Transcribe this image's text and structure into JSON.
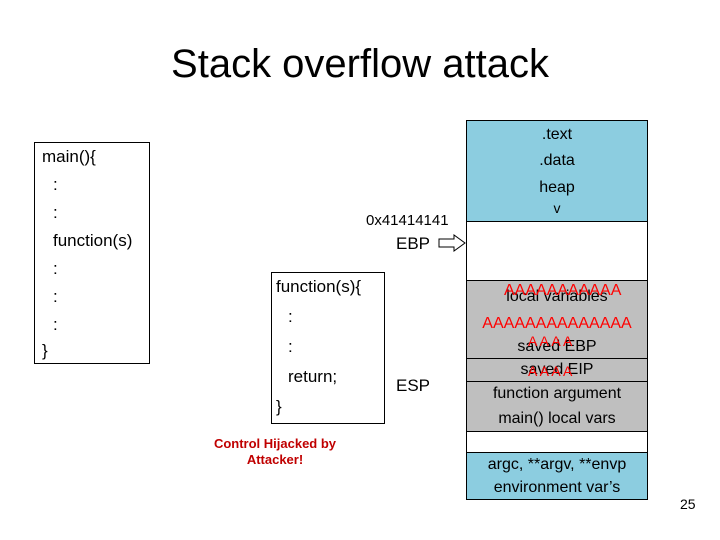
{
  "title": "Stack overflow attack",
  "main_code": {
    "lines": [
      "main(){",
      ":",
      ":",
      "function(s)",
      ":",
      ":",
      ":",
      "}"
    ]
  },
  "function_code": {
    "lines": [
      "function(s){",
      ":",
      ":",
      "return;",
      "}"
    ]
  },
  "labels": {
    "address": "0x41414141",
    "ebp": "EBP",
    "esp": "ESP",
    "hijack_line1": "Control Hijacked by",
    "hijack_line2": "Attacker!"
  },
  "memory": {
    "text": ".text",
    "data": ".data",
    "heap": "heap",
    "arrow_down": "v",
    "local_vars": "local variables",
    "local_vars_overwrite": "AAAAAAAAAAA",
    "overwrite_row": "AAAAAAAAAAAAAA",
    "saved_ebp": "saved EBP",
    "saved_ebp_overwrite": "A A A A",
    "saved_eip": "saved EIP",
    "saved_eip_overwrite": "A A A A",
    "function_argument": "function argument",
    "main_local_vars": "main() local vars",
    "argc_line": "argc, **argv, **envp",
    "env_vars": "environment var’s"
  },
  "colors": {
    "segment_blue": "#8ccde0",
    "stack_gray": "#bfbfbf",
    "overwrite_red": "#ff0000",
    "hijack_text": "#c00000"
  },
  "icons": {
    "ebp_pointer": "arrow-right-icon"
  },
  "page_number": "25"
}
